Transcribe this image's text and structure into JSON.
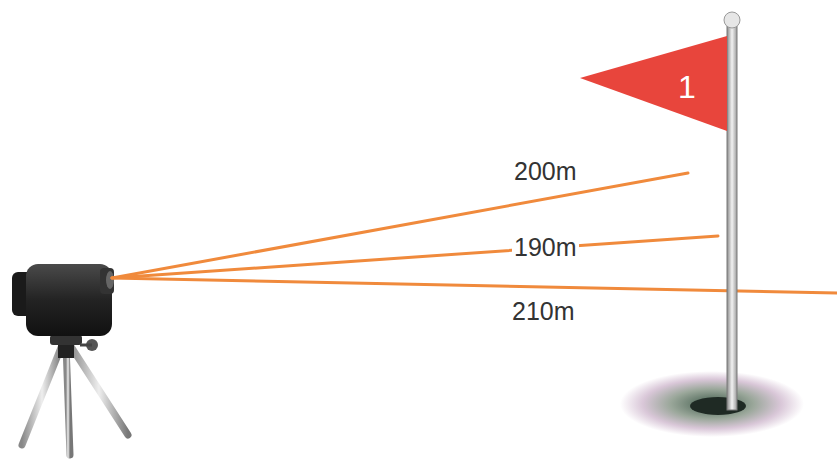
{
  "diagram": {
    "labels": [
      "200m",
      "190m",
      "210m",
      "1"
    ]
  }
}
